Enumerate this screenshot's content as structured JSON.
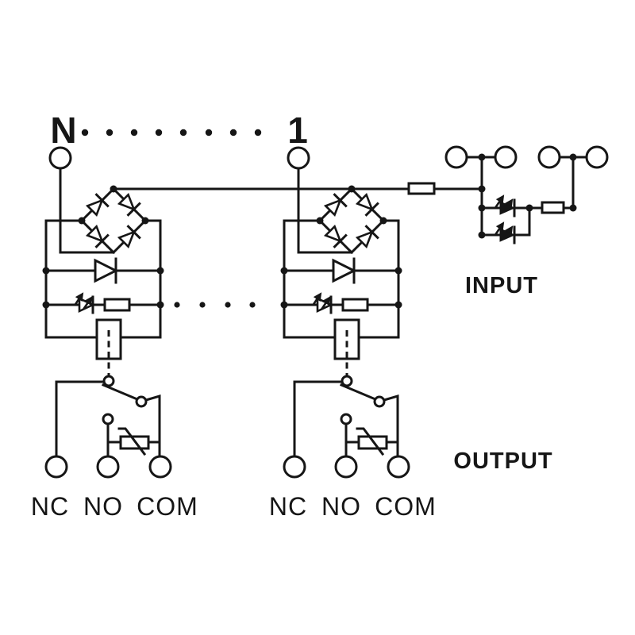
{
  "diagram": {
    "type": "relay-module-schematic",
    "channel_labels": [
      "N",
      "1"
    ],
    "channel_separator": "dotted-line",
    "output_terminal_labels": [
      "NC",
      "NO",
      "COM"
    ],
    "section_labels": {
      "input": "INPUT",
      "output": "OUTPUT"
    },
    "colors": {
      "ink": "#161616",
      "background": "#ffffff"
    },
    "channels": [
      {
        "label": "N",
        "components": [
          "input-terminal",
          "bridge-rectifier",
          "flyback-diode",
          "led-indicator",
          "series-resistor",
          "relay-coil",
          "changeover-contact",
          "varistor"
        ],
        "output_terminals": [
          "NC",
          "NO",
          "COM"
        ]
      },
      {
        "label": "1",
        "components": [
          "input-terminal",
          "bridge-rectifier",
          "flyback-diode",
          "led-indicator",
          "series-resistor",
          "relay-coil",
          "changeover-contact",
          "varistor"
        ],
        "output_terminals": [
          "NC",
          "NO",
          "COM"
        ]
      }
    ],
    "input_section": {
      "label": "INPUT",
      "terminal_pairs": 2,
      "components": [
        "bus-resistor",
        "status-led",
        "status-led",
        "series-resistor"
      ]
    }
  }
}
